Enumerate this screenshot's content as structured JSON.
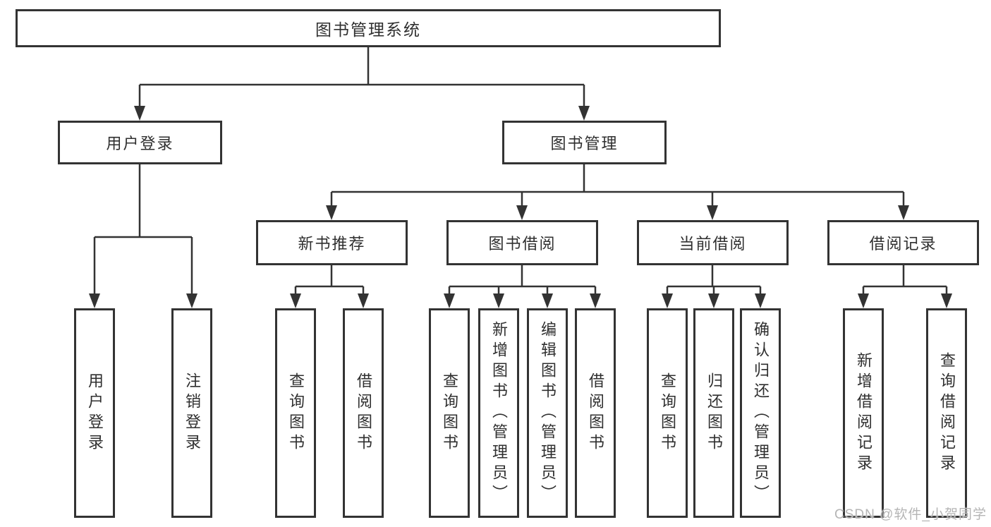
{
  "tree": {
    "root": "图书管理系统",
    "level2": [
      "用户登录",
      "图书管理"
    ],
    "level3": [
      "新书推荐",
      "图书借阅",
      "当前借阅",
      "借阅记录"
    ],
    "leaves": {
      "user_login": [
        "用户登录",
        "注销登录"
      ],
      "new_book": [
        "查询图书",
        "借阅图书"
      ],
      "book_borrow": [
        "查询图书",
        "新增图书（管理员）",
        "编辑图书（管理员）",
        "借阅图书"
      ],
      "current_borrow": [
        "查询图书",
        "归还图书",
        "确认归还（管理员）"
      ],
      "borrow_record": [
        "新增借阅记录",
        "查询借阅记录"
      ]
    }
  },
  "watermark": "CSDN @软件_小贺同学",
  "colors": {
    "line": "#333333",
    "text": "#2f2f2f",
    "background": "#ffffff",
    "watermark": "#b5b5b5"
  }
}
